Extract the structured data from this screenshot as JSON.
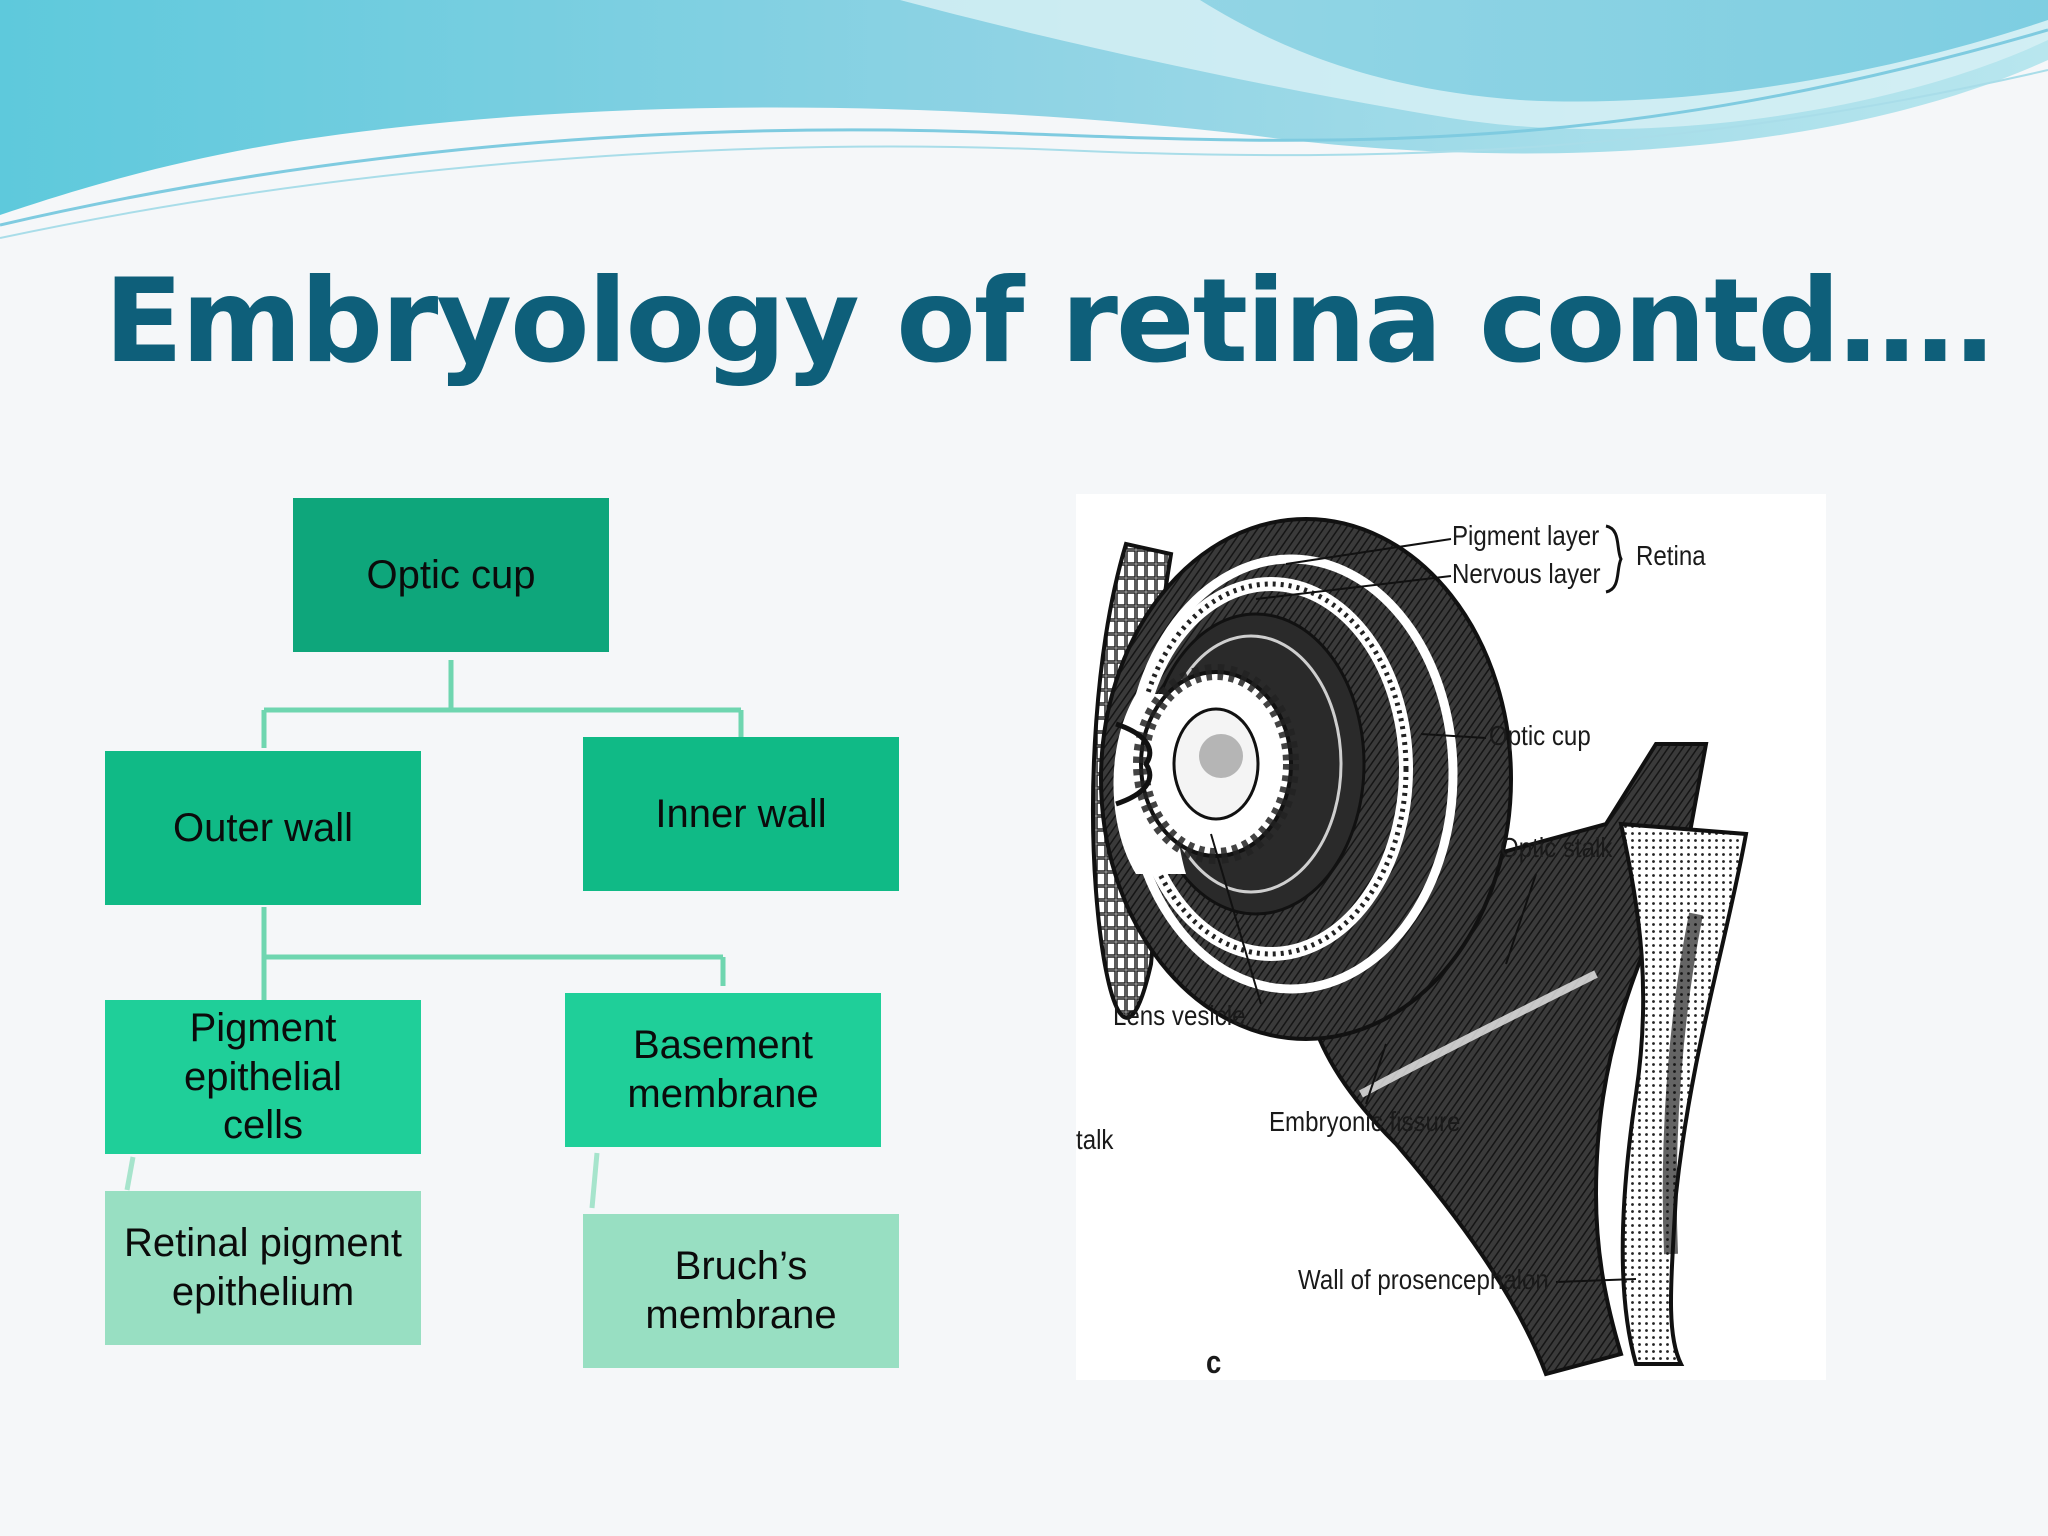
{
  "slide": {
    "title": "Embryology of retina  contd…."
  },
  "colors": {
    "title": "#0e5f7a",
    "level1": "#0ea67b",
    "level2": "#10ba86",
    "level3": "#1fcf99",
    "level4": "#98dfc2",
    "connector": "#6fd6b0"
  },
  "flowchart": {
    "root": "Optic cup",
    "outer_wall": "Outer wall",
    "inner_wall": "Inner wall",
    "pigment_cells": "Pigment\nepithelial\ncells",
    "basement_membrane": "Basement\nmembrane",
    "rpe": "Retinal pigment\nepithelium",
    "bruchs": "Bruch’s\nmembrane"
  },
  "figure": {
    "labels": {
      "pigment_layer": "Pigment layer",
      "nervous_layer": "Nervous layer",
      "retina": "Retina",
      "optic_cup": "Optic cup",
      "optic_stalk": "Optic stalk",
      "lens_vesicle": "Lens vesicle",
      "embryonic_fissure": "Embryonic fissure",
      "stalk_fragment": "talk",
      "wall_prosencephalon": "Wall of prosencephalon",
      "panel_letter": "c"
    }
  }
}
